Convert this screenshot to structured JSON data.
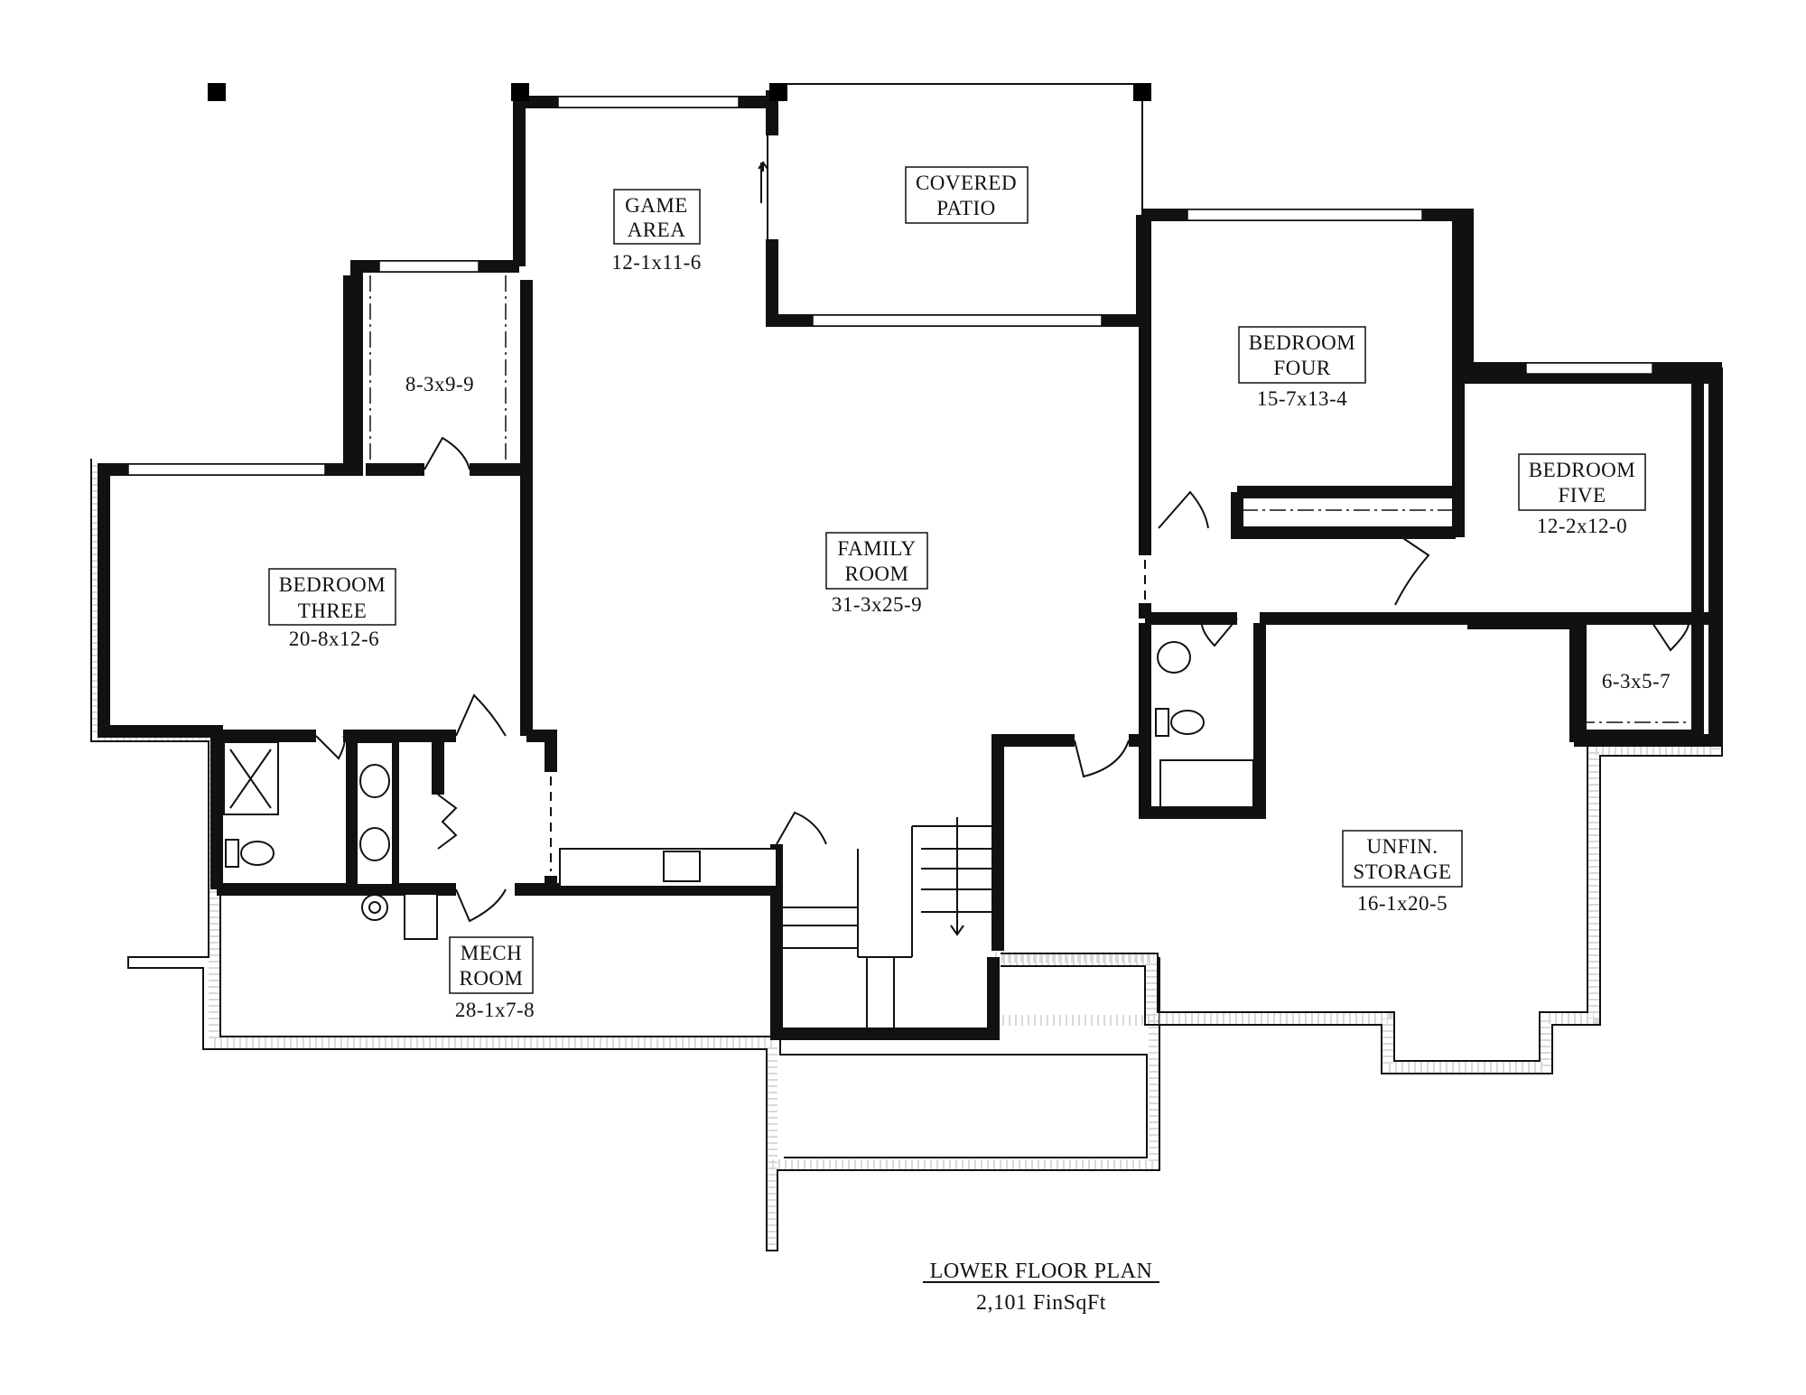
{
  "plan": {
    "title": "LOWER FLOOR PLAN",
    "subtitle": "2,101 FinSqFt"
  },
  "rooms": {
    "game_area": {
      "line1": "GAME",
      "line2": "AREA",
      "dims": "12-1x11-6"
    },
    "covered_patio": {
      "line1": "COVERED",
      "line2": "PATIO"
    },
    "closet_bed3": {
      "dims": "8-3x9-9"
    },
    "bedroom_three": {
      "line1": "BEDROOM",
      "line2": "THREE",
      "dims": "20-8x12-6"
    },
    "family_room": {
      "line1": "FAMILY",
      "line2": "ROOM",
      "dims": "31-3x25-9"
    },
    "bedroom_four": {
      "line1": "BEDROOM",
      "line2": "FOUR",
      "dims": "15-7x13-4"
    },
    "bedroom_five": {
      "line1": "BEDROOM",
      "line2": "FIVE",
      "dims": "12-2x12-0"
    },
    "closet_bed5": {
      "dims": "6-3x5-7"
    },
    "unfin_storage": {
      "line1": "UNFIN.",
      "line2": "STORAGE",
      "dims": "16-1x20-5"
    },
    "mech_room": {
      "line1": "MECH",
      "line2": "ROOM",
      "dims": "28-1x7-8"
    }
  }
}
